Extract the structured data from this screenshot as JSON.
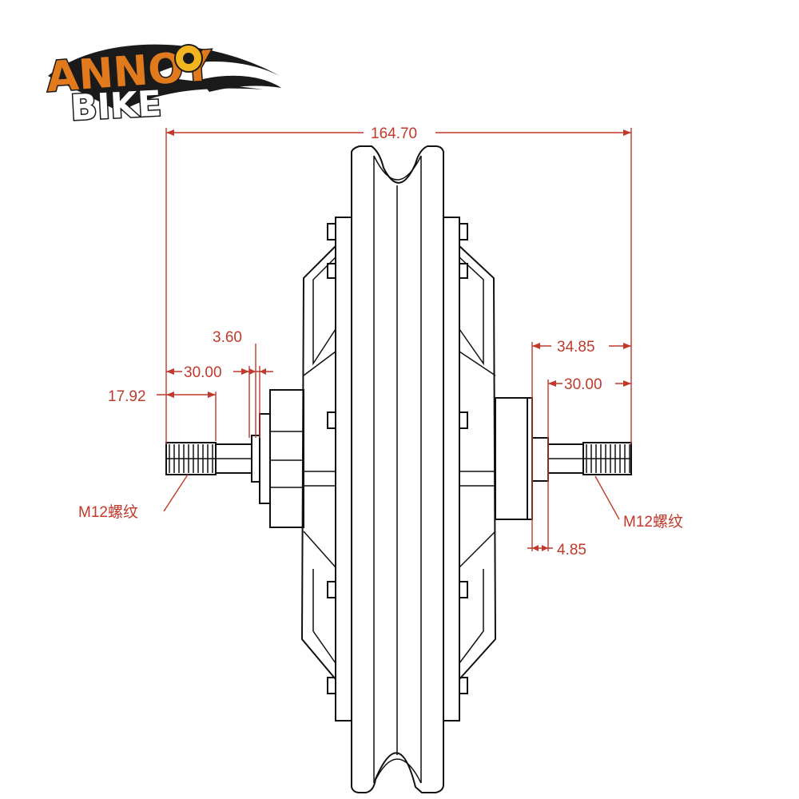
{
  "brand": {
    "line1": "ANNOY",
    "line2": "BIKE",
    "colors": {
      "fill": "#e07a1c",
      "outline": "#1a1a1a",
      "sun": "#f2b51f"
    }
  },
  "dimensions": {
    "overall": "164.70",
    "left_flange": "3.60",
    "left_30": "30.00",
    "left_thread": "17.92",
    "right_3485": "34.85",
    "right_30": "30.00",
    "right_485": "4.85"
  },
  "callouts": {
    "left_thread": "M12螺纹",
    "right_thread": "M12螺纹"
  },
  "colors": {
    "dimension": "#c0392b",
    "drawing": "#111111"
  }
}
